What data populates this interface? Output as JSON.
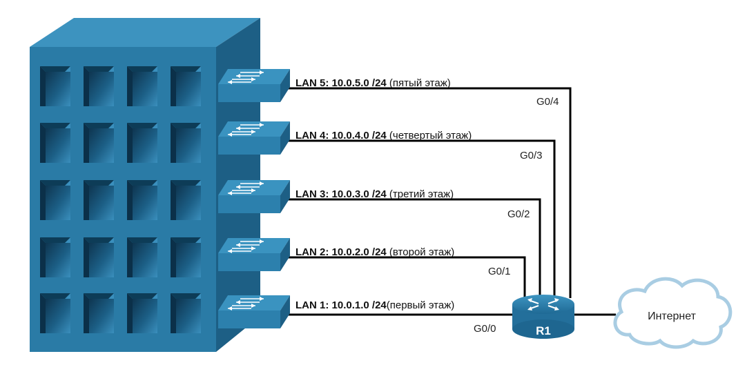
{
  "lans": [
    {
      "name": "LAN 5:",
      "network": "10.0.5.0 /24",
      "floor": "(пятый этаж)",
      "port": "G0/4"
    },
    {
      "name": "LAN 4:",
      "network": "10.0.4.0 /24",
      "floor": "(четвертый этаж)",
      "port": "G0/3"
    },
    {
      "name": "LAN 3:",
      "network": "10.0.3.0 /24",
      "floor": "(третий этаж)",
      "port": "G0/2"
    },
    {
      "name": "LAN 2:",
      "network": "10.0.2.0 /24",
      "floor": "(второй этаж)",
      "port": "G0/1"
    },
    {
      "name": "LAN 1:",
      "network": "10.0.1.0 /24",
      "floor": "(первый этаж)",
      "port": "G0/0"
    }
  ],
  "router": {
    "label": "R1"
  },
  "cloud": {
    "label": "Интернет"
  },
  "colors": {
    "building_front": "#2a7ba6",
    "building_top": "#3d93bf",
    "building_side": "#1d5f85",
    "window_dark": "#0d3c57",
    "switch": "#2f87b3",
    "router": "#2a7fae",
    "cloud_stroke": "#a9cde3",
    "link": "#000000"
  },
  "icons": [
    "switch-icon",
    "router-icon",
    "cloud-icon"
  ]
}
